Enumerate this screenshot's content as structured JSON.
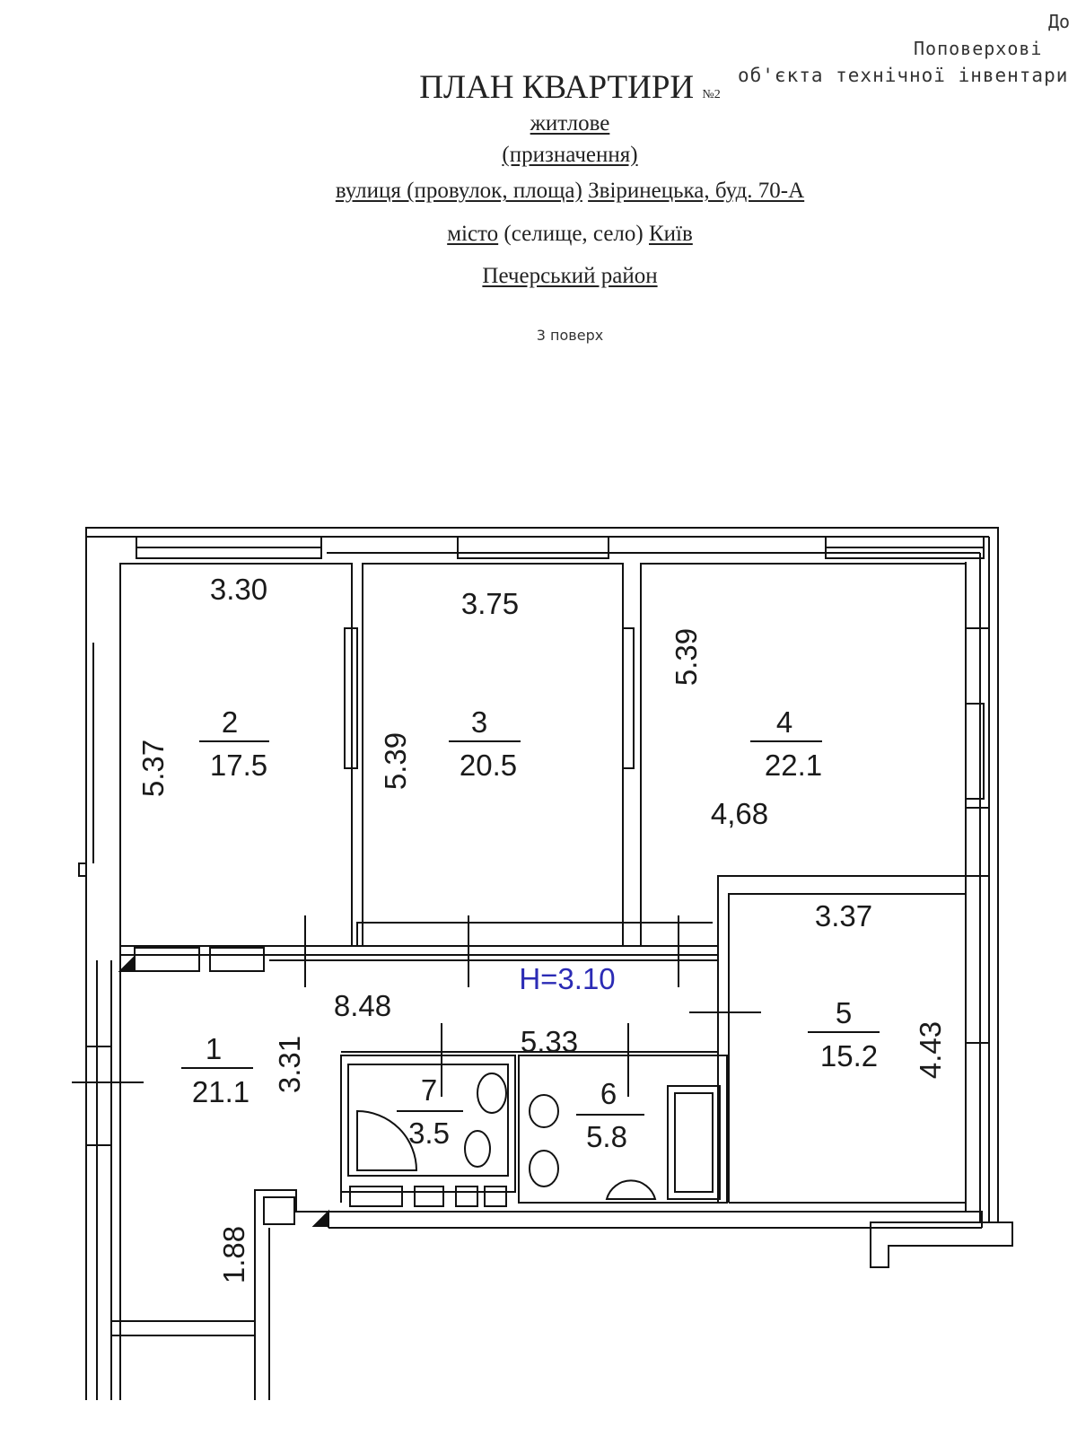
{
  "header": {
    "do": "До",
    "poverkhovi": "Поповерхові",
    "obekta": "об'єкта технічної інвентари",
    "title": "ПЛАН КВАРТИРИ",
    "title_sub": "№2",
    "purpose": "житлове",
    "purpose_note": "(призначення)",
    "street_label": "вулиця (провулок, площа)",
    "street_value": "Звіринецька, буд. 70-А",
    "city_label": "місто",
    "city_note": "(селище, село)",
    "city_value": "Київ",
    "district": "Печерський район",
    "floor": "3 поверх"
  },
  "plan": {
    "ceiling_height": "Н=3.10",
    "rooms": [
      {
        "number": "1",
        "area": "21.1"
      },
      {
        "number": "2",
        "area": "17.5"
      },
      {
        "number": "3",
        "area": "20.5"
      },
      {
        "number": "4",
        "area": "22.1"
      },
      {
        "number": "5",
        "area": "15.2"
      },
      {
        "number": "6",
        "area": "5.8"
      },
      {
        "number": "7",
        "area": "3.5"
      }
    ],
    "dimensions": {
      "r2_width": "3.30",
      "r2_length": "5.37",
      "r3_width": "3.75",
      "r3_length": "5.39",
      "r4_length": "5.39",
      "r4_width": "4,68",
      "r5_width": "3.37",
      "r5_length": "4.43",
      "hall_length": "8.48",
      "corridor_length": "5.33",
      "r1_width": "3.31",
      "r1_extra": "1.88"
    }
  }
}
